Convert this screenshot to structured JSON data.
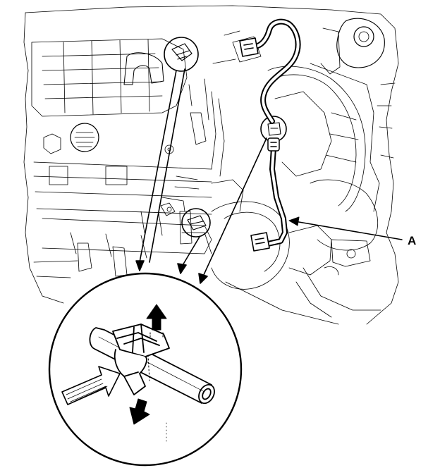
{
  "diagram": {
    "callouts": [
      {
        "id": "A",
        "label": "A",
        "target": "oxygen-sensor-harness"
      }
    ],
    "components": [
      "engine-compartment",
      "oxygen-sensor-harness",
      "harness-connector-upper",
      "harness-connector-lower",
      "harness-clip",
      "detail-magnifier-circle",
      "hose-pipe",
      "clip-release-arrows"
    ],
    "colors": {
      "ink": "#000000",
      "paper": "#ffffff"
    }
  }
}
